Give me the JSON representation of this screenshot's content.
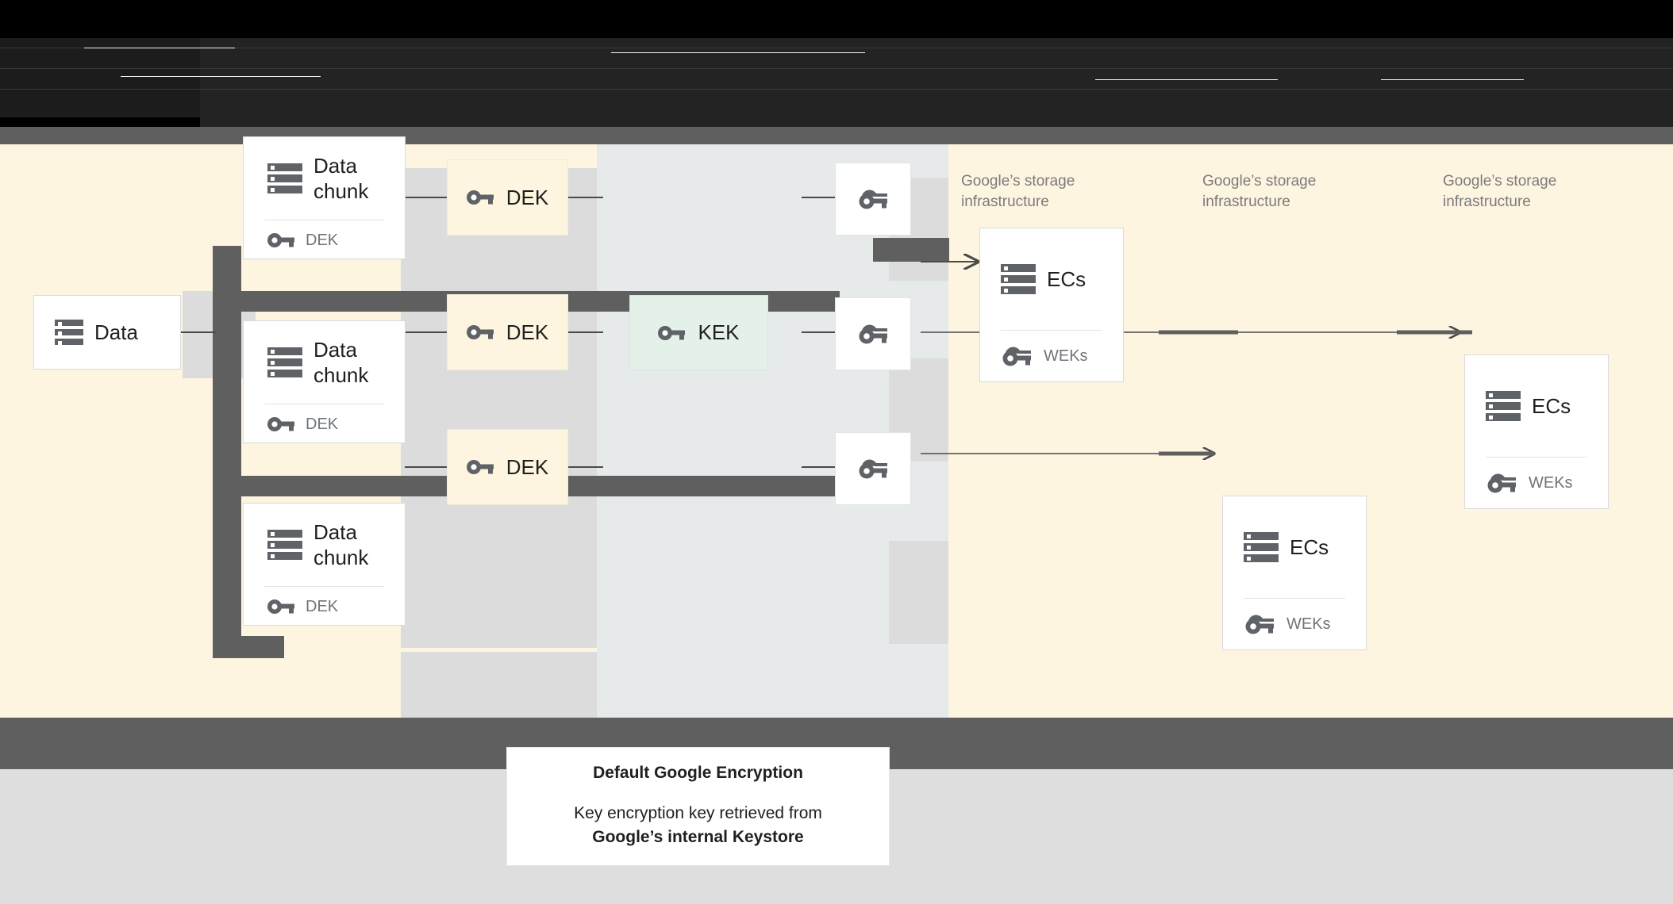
{
  "header": {
    "obscured": true,
    "note": "Dark header band; text is rendered near-black on black and is illegible in the source pixels.",
    "lines": [
      "",
      "",
      ""
    ]
  },
  "diagram": {
    "title": "Default Google Encryption data flow",
    "colors": {
      "cream": "#fdf5e0",
      "blue_gray": "#e6eaeb",
      "light_gray": "#dcdcdc",
      "dark_gray": "#5f5f5f",
      "footer_gray": "#dedede",
      "kek_green": "#e4f1e9",
      "icon_gray": "#5f6368",
      "muted_text": "#70757a"
    },
    "source_card": {
      "label": "Data",
      "icon": "storage-icon"
    },
    "chunk_cards": [
      {
        "title": "Data chunk",
        "key_label": "DEK",
        "icon": "storage-icon",
        "key_icon": "key-icon"
      },
      {
        "title": "Data chunk",
        "key_label": "DEK",
        "icon": "storage-icon",
        "key_icon": "key-icon"
      },
      {
        "title": "Data chunk",
        "key_label": "DEK",
        "icon": "storage-icon",
        "key_icon": "key-icon"
      }
    ],
    "dek_boxes": [
      {
        "label": "DEK",
        "icon": "key-icon"
      },
      {
        "label": "DEK",
        "icon": "key-icon"
      },
      {
        "label": "DEK",
        "icon": "key-icon"
      }
    ],
    "kek_box": {
      "label": "KEK",
      "icon": "key-icon"
    },
    "wrapped_key_boxes": [
      {
        "label": "",
        "icon": "wrapped-key-icon"
      },
      {
        "label": "",
        "icon": "wrapped-key-icon"
      },
      {
        "label": "",
        "icon": "wrapped-key-icon"
      }
    ],
    "infrastructure_labels": [
      "Google’s storage infrastructure",
      "Google’s storage infrastructure",
      "Google’s storage infrastructure"
    ],
    "ec_cards": [
      {
        "title": "ECs",
        "key_label": "WEKs",
        "icon": "storage-icon",
        "key_icon": "wrapped-key-icon"
      },
      {
        "title": "ECs",
        "key_label": "WEKs",
        "icon": "storage-icon",
        "key_icon": "wrapped-key-icon"
      },
      {
        "title": "ECs",
        "key_label": "WEKs",
        "icon": "storage-icon",
        "key_icon": "wrapped-key-icon"
      }
    ]
  },
  "caption": {
    "title": "Default Google Encryption",
    "body_line1": "Key encryption key retrieved from",
    "body_line2": "Google’s internal Keystore"
  }
}
